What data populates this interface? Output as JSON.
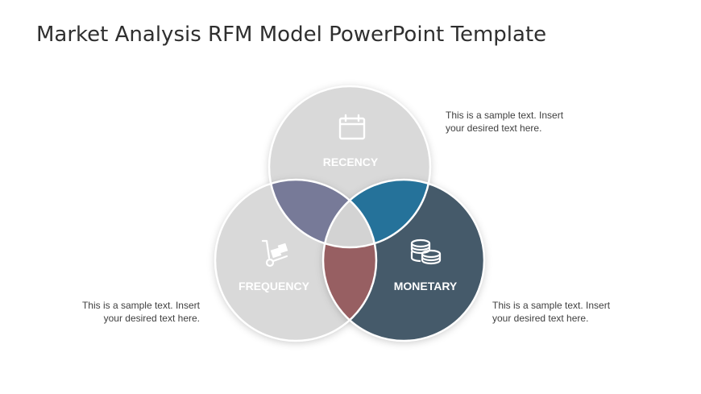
{
  "slide": {
    "title": "Market Analysis RFM Model PowerPoint Template"
  },
  "diagram": {
    "circles": [
      {
        "label": "RECENCY",
        "icon": "calendar-icon",
        "color": "#d9d9d9"
      },
      {
        "label": "FREQUENCY",
        "icon": "hand-truck-icon",
        "color": "#d9d9d9"
      },
      {
        "label": "MONETARY",
        "icon": "coins-icon",
        "color": "#455a6b"
      }
    ],
    "intersections": {
      "recency_frequency": "#777a98",
      "recency_monetary": "#25729a",
      "frequency_monetary": "#975f62",
      "center": "#d3d3d3"
    }
  },
  "notes": {
    "top_right": {
      "line1": "This is a sample text. Insert",
      "line2": "your desired text here."
    },
    "bottom_right": {
      "line1": "This is a sample text. Insert",
      "line2": "your desired text here."
    },
    "bottom_left": {
      "line1": "This is a sample text. Insert",
      "line2": "your desired text here."
    }
  }
}
